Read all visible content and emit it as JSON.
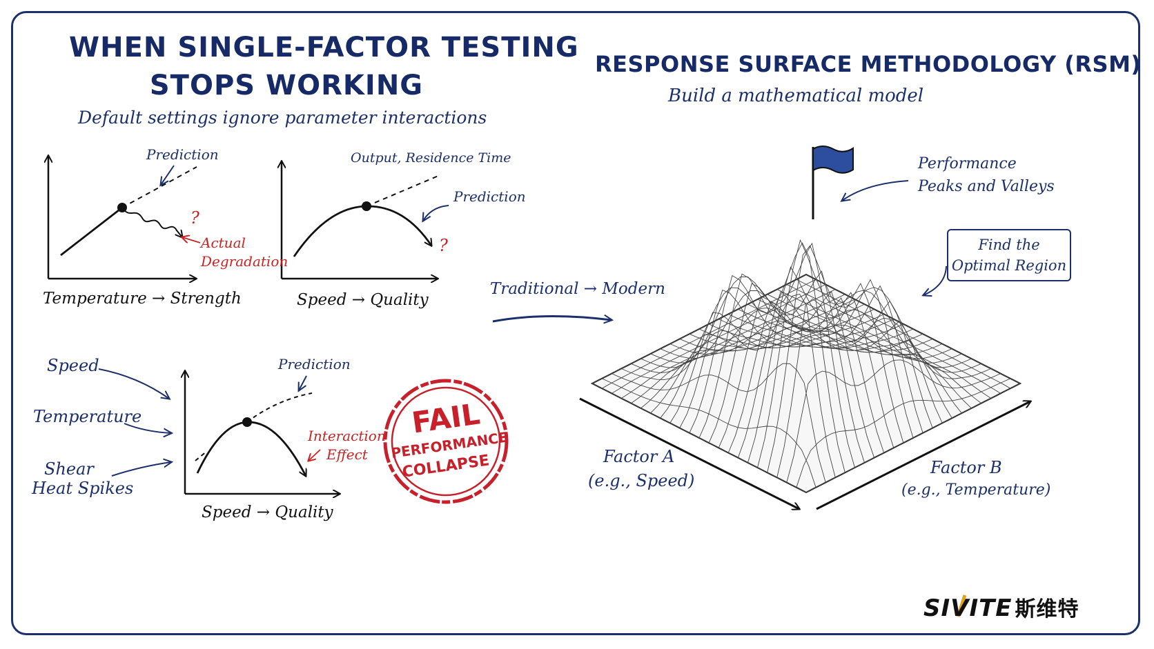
{
  "left_title": {
    "line1": "WHEN SINGLE-FACTOR TESTING",
    "line2": "STOPS WORKING",
    "subtitle": "Default settings ignore parameter interactions"
  },
  "right_title": {
    "title": "RESPONSE SURFACE METHODOLOGY (RSM)",
    "subtitle": "Build a mathematical model"
  },
  "graph1": {
    "prediction": "Prediction",
    "question": "?",
    "actual_line1": "Actual",
    "actual_line2": "Degradation",
    "caption": "Temperature → Strength"
  },
  "graph2": {
    "output_label": "Output, Residence Time",
    "prediction": "Prediction",
    "question": "?",
    "caption": "Speed → Quality"
  },
  "graph3": {
    "prediction": "Prediction",
    "interaction_line1": "Interaction",
    "interaction_line2": "Effect",
    "caption": "Speed → Quality",
    "inputs": [
      "Speed",
      "Temperature",
      "Shear",
      "Heat Spikes"
    ]
  },
  "stamp": {
    "fail": "FAIL",
    "line1": "PERFORMANCE",
    "line2": "COLLAPSE",
    "color": "#c8202a"
  },
  "transition": "Traditional → Modern",
  "surface": {
    "peaks_line1": "Performance",
    "peaks_line2": "Peaks and Valleys",
    "optimal_line1": "Find the",
    "optimal_line2": "Optimal Region",
    "factor_a_line1": "Factor A",
    "factor_a_line2": "(e.g., Speed)",
    "factor_b_line1": "Factor B",
    "factor_b_line2": "(e.g., Temperature)"
  },
  "logo": {
    "latin": "SIVITE",
    "chinese": "斯维特"
  },
  "colors": {
    "navy": "#1b2f6b",
    "red": "#cc2222",
    "flag": "#2d4d9e"
  }
}
